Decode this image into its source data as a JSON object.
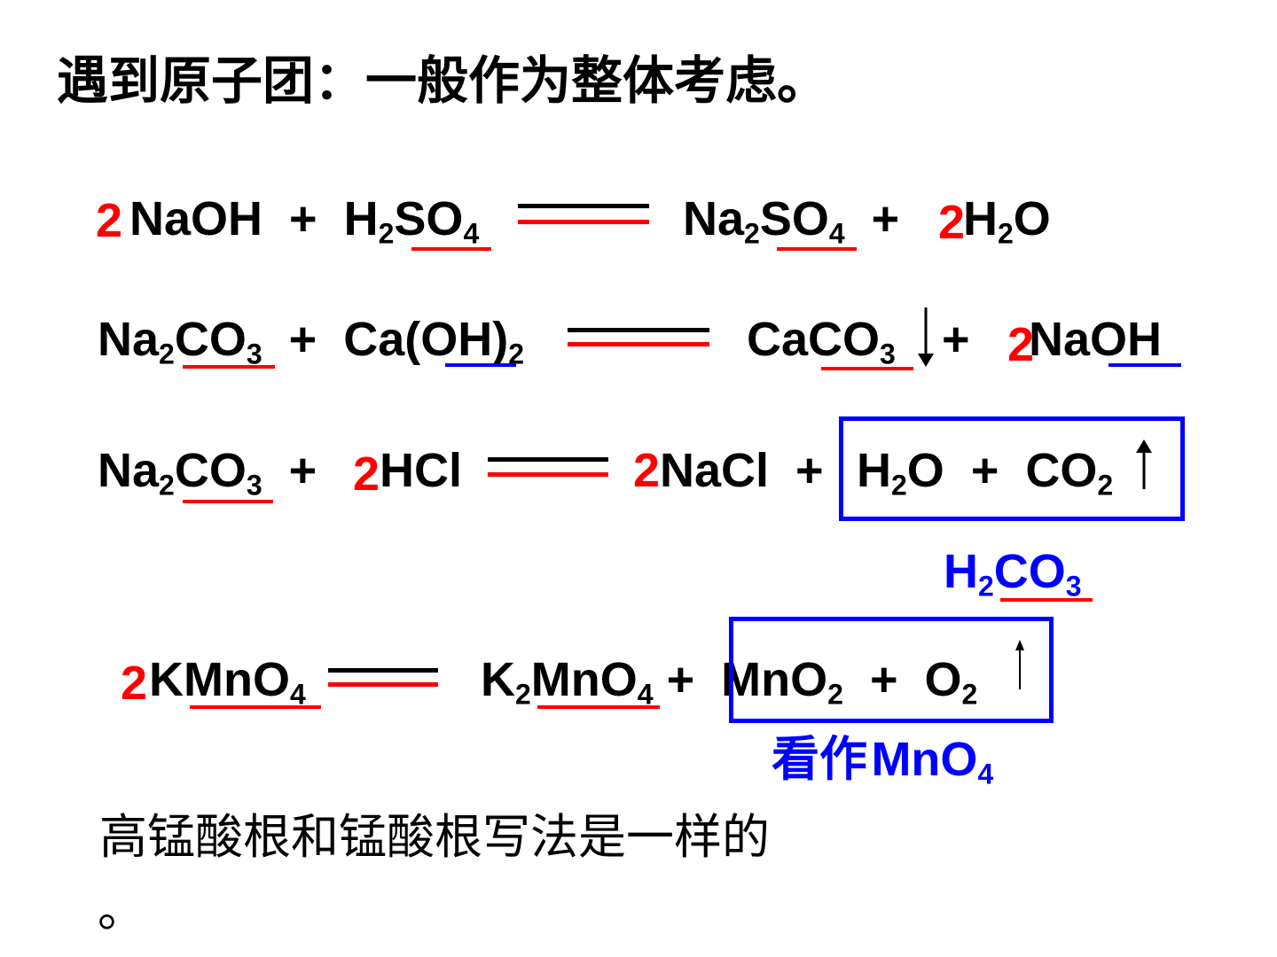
{
  "title": "遇到原子团：一般作为整体考虑。",
  "eq1": {
    "coef_left": "2",
    "r1": "NaOH",
    "plus1": "+",
    "r2a": "H",
    "r2s1": "2",
    "r2b": "SO",
    "r2s2": "4",
    "p1a": "Na",
    "p1s1": "2",
    "p1b": "SO",
    "p1s2": "4",
    "plus2": "+",
    "coef_right": "2",
    "p2a": "H",
    "p2s": "2",
    "p2b": "O"
  },
  "eq2": {
    "r1a": "Na",
    "r1s1": "2",
    "r1b": "CO",
    "r1s2": "3",
    "plus1": "+",
    "r2a": "Ca(OH)",
    "r2s": "2",
    "p1a": "CaCO",
    "p1s": "3",
    "plus2": "+",
    "coef": "2",
    "p2": "NaOH"
  },
  "eq3": {
    "r1a": "Na",
    "r1s1": "2",
    "r1b": "CO",
    "r1s2": "3",
    "plus1": "+",
    "coef1": "2",
    "r2": "HCl",
    "coef2": "2",
    "p1": "NaCl",
    "plus2": "+",
    "p2a": "H",
    "p2s": "2",
    "p2b": "O",
    "plus3": "+",
    "p3a": "CO",
    "p3s": "2"
  },
  "h2co3": {
    "a": "H",
    "s1": "2",
    "b": "CO",
    "s2": "3"
  },
  "eq4": {
    "coef": "2",
    "r1a": "KMnO",
    "r1s": "4",
    "p1a": "K",
    "p1s1": "2",
    "p1b": "MnO",
    "p1s2": "4",
    "plus1": "+",
    "p2a": "MnO",
    "p2s": "2",
    "plus2": "+",
    "p3a": "O",
    "p3s": "2"
  },
  "note_mno4": {
    "prefix": "看作",
    "a": "MnO",
    "s": "4"
  },
  "footer_line1": "高锰酸根和锰酸根写法是一样的",
  "footer_line2": "。",
  "colors": {
    "accent_red": "#ff0000",
    "accent_blue": "#0000ff",
    "text": "#000000"
  }
}
